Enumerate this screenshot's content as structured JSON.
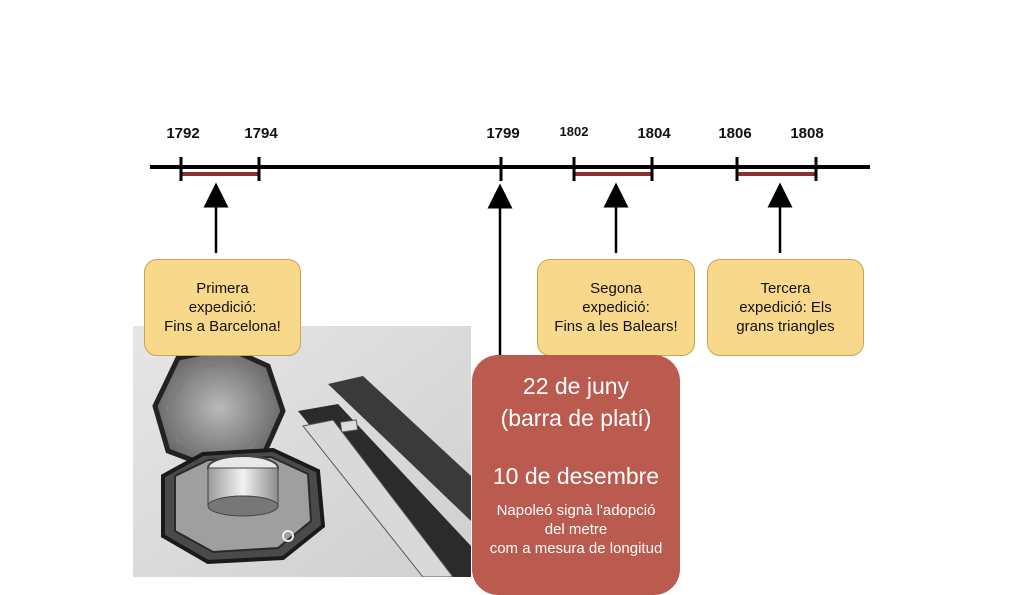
{
  "timeline": {
    "years": [
      "1792",
      "1794",
      "1799",
      "1802",
      "1804",
      "1806",
      "1808"
    ]
  },
  "callouts": {
    "first": "Primera\nexpedició:\nFins a Barcelona!",
    "second": "Segona\nexpedició:\nFins a les Balears!",
    "third": "Tercera\nexpedició: Els\ngrans triangles"
  },
  "event_box": {
    "date1": "22 de juny",
    "item1": "(barra de platí)",
    "date2": "10 de desembre",
    "note": "Napoleó signà l'adopció\ndel metre\ncom a mesura de longitud"
  },
  "photo": {
    "description_icon": "platinum-meter-bar-case-photo"
  },
  "colors": {
    "timeline": "#000000",
    "period_bar": "#8e2f2f",
    "callout_fill": "#f8d98c",
    "event_box_fill": "#bb5a4e"
  }
}
